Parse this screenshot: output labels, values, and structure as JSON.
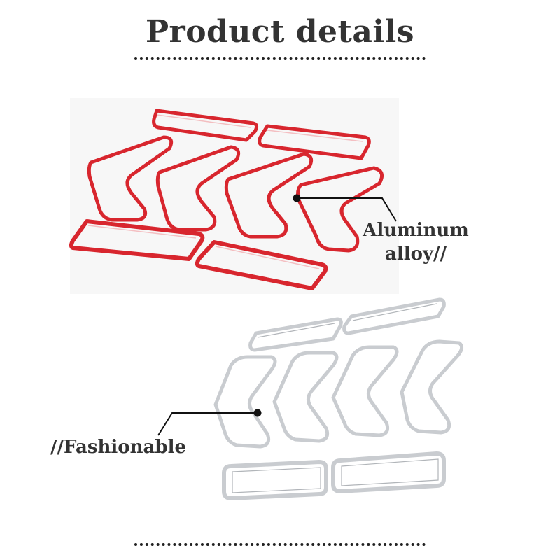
{
  "page": {
    "title": "Product details",
    "background": "#ffffff"
  },
  "callouts": {
    "aluminum_line1": "Aluminum",
    "aluminum_line2": "alloy//",
    "fashionable": "//Fashionable"
  },
  "colors": {
    "red_trim": "#d8262e",
    "silver_trim": "#c9ccd0",
    "text": "#333333"
  },
  "icons": {
    "red_set": "red-vent-trim-set",
    "silver_set": "silver-vent-trim-set"
  }
}
